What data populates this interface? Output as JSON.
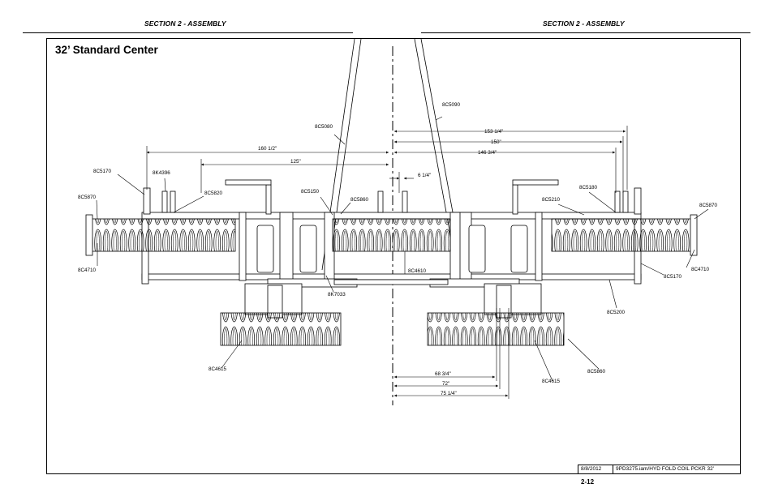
{
  "header": {
    "left": "SECTION 2 - ASSEMBLY",
    "right": "SECTION 2 - ASSEMBLY"
  },
  "title": "32’ Standard Center",
  "dimensions": {
    "d160": "160 1/2\"",
    "d125": "125\"",
    "d6": "6 1/4\"",
    "d153": "153 1/4\"",
    "d150": "150\"",
    "d146": "146 3/4\"",
    "d68": "68 3/4\"",
    "d72": "72\"",
    "d75": "75 1/4\""
  },
  "parts": {
    "p5090": "8C5090",
    "p5080": "8C5080",
    "p5170a": "8C5170",
    "k4396": "8K4396",
    "p5870a": "8C5870",
    "p5820": "8C5820",
    "p5150": "8C5150",
    "p5860a": "8C5860",
    "p5210": "8C5210",
    "p5180": "8C5180",
    "p5870b": "8C5870",
    "p4710a": "8C4710",
    "p4610": "8C4610",
    "k7033": "8K7033",
    "p4710b": "8C4710",
    "p5170b": "8C5170",
    "p5200": "8C5200",
    "p4615a": "8C4615",
    "p4615b": "8C4615",
    "p5860b": "8C5860"
  },
  "footer": {
    "date": "8/8/2012",
    "file": "9PD3275.iam/HYD FOLD COIL PCKR 32'",
    "page": "2-12"
  }
}
